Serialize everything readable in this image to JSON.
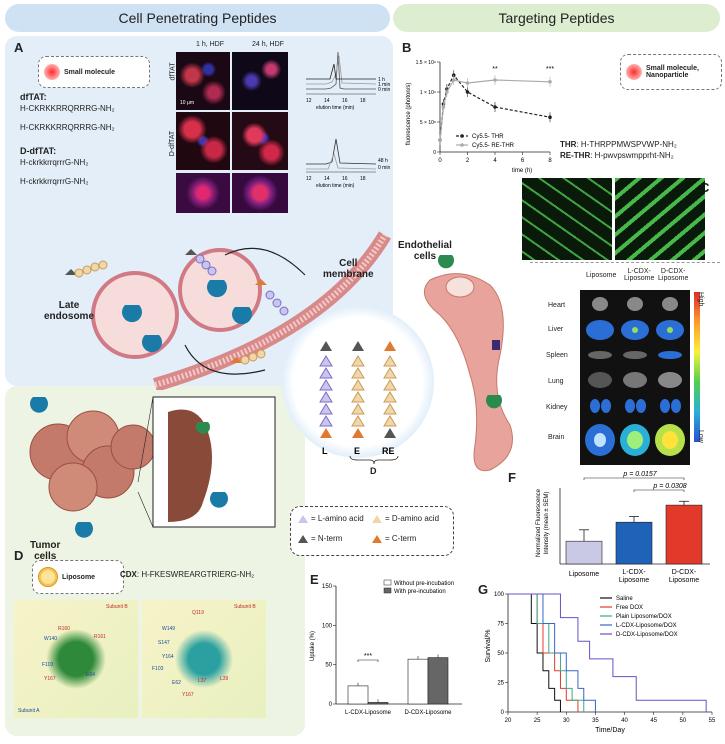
{
  "headers": {
    "cpp": "Cell Penetrating Peptides",
    "targeting": "Targeting Peptides"
  },
  "panelA": {
    "label": "A",
    "badge": "Small molecule",
    "dftat_name": "dfTAT:",
    "dftat_seq1": "H-CKRKKRRQRRRG-NH₂",
    "dftat_seq2": "H-CKRKKRRQRRRG-NH₂",
    "ddftat_name": "D-dfTAT:",
    "ddftat_seq1": "H-ckrkkrrqrrrG-NH₂",
    "ddftat_seq2": "H-ckrkkrrqrrrG-NH₂",
    "col1": "1 h, HDF",
    "col2": "24 h, HDF",
    "row1": "dfTAT",
    "row2": "D-dfTAT",
    "scale": "10 μm",
    "hplc1_labels": [
      "1 h",
      "0 min"
    ],
    "hplc1_extra": "1 min",
    "hplc2_labels": [
      "48 h",
      "0 min"
    ],
    "hplc_ticks": [
      "12",
      "14",
      "16",
      "18"
    ],
    "hplc_xlabel": "elution time (min)",
    "late_endosome": "Late\nendosome",
    "late1": "Late",
    "late2": "endosome",
    "cell_membrane1": "Cell",
    "cell_membrane2": "membrane"
  },
  "center": {
    "L": "L",
    "E": "E",
    "RE": "RE",
    "D": "D"
  },
  "legend": {
    "l_amino": "= L-amino acid",
    "d_amino": "= D-amino acid",
    "n_term": "= N-term",
    "c_term": "= C-term"
  },
  "tumor": {
    "label": "Tumor\ncells",
    "l1": "Tumor",
    "l2": "cells"
  },
  "panelB": {
    "label": "B",
    "badge": "Small molecule,\nNanoparticle",
    "badge1": "Small molecule,",
    "badge2": "Nanoparticle",
    "ylabel": "fluorescence (photon/s)",
    "xlabel": "time (h)",
    "yticks": [
      "0",
      "5 × 10⁸",
      "1 × 10⁹",
      "1.5 × 10⁹"
    ],
    "xticks": [
      "0",
      "2",
      "4",
      "6",
      "8"
    ],
    "legend1": "Cy5.5- THR",
    "legend2": "Cy5.5- RE-THR",
    "sig1": "**",
    "sig2": "***",
    "thr_name": "THR",
    "thr_seq": ": H-THRPPMWSPVWP-NH₂",
    "rethr_name": "RE-THR",
    "rethr_seq": ": H-pwvpswmpprht-NH₂"
  },
  "panelC": {
    "label": "C",
    "endothelial1": "Endothelial",
    "endothelial2": "cells",
    "columns": [
      "Liposome",
      "L-CDX-\nLiposome",
      "D-CDX-\nLiposome"
    ],
    "col1": "Liposome",
    "col2a": "L-CDX-",
    "col2b": "Liposome",
    "col3a": "D-CDX-",
    "col3b": "Liposome",
    "organs": [
      "Heart",
      "Liver",
      "Spleen",
      "Lung",
      "Kidney",
      "Brain"
    ],
    "high": "High",
    "low": "Low"
  },
  "panelD": {
    "label": "D",
    "badge": "Liposome",
    "cdx_name": "CDX",
    "cdx_seq": ": H-FKESWREARGTRIERG-NH₂",
    "left_residues": [
      "W140",
      "R160",
      "R161",
      "F103",
      "Y167",
      "E64"
    ],
    "right_residues": [
      "Q119",
      "W149",
      "S147",
      "Y164",
      "F103",
      "E62",
      "L37",
      "L39",
      "Y167"
    ],
    "subunit_a": "Subunit A",
    "subunit_b": "Subunit B"
  },
  "panelE": {
    "label": "E",
    "legend1": "Without pre-incubation",
    "legend2": "With pre-incubation",
    "ylabel": "Uptake (%)",
    "yticks": [
      "0",
      "50",
      "100",
      "150"
    ],
    "sig": "***"
  },
  "panelF": {
    "label": "F",
    "ylabel1": "Normalized Fluorescence",
    "ylabel2": "Intensity (mean ± SEM)",
    "p1": "p = 0.0157",
    "p2": "p = 0.0308",
    "cat1": "Liposome",
    "cat2a": "L-CDX-",
    "cat2b": "Liposome",
    "cat3a": "D-CDX-",
    "cat3b": "Liposome"
  },
  "panelG": {
    "label": "G",
    "ylabel": "Survival/%",
    "xlabel": "Time/Day",
    "xticks": [
      "20",
      "25",
      "30",
      "35",
      "40",
      "45",
      "50",
      "55"
    ],
    "yticks": [
      "0",
      "25",
      "50",
      "75",
      "100"
    ]
  },
  "chart_data": [
    {
      "type": "line",
      "id": "B",
      "xlabel": "time (h)",
      "ylabel": "fluorescence (photon/s)",
      "xlim": [
        0,
        8
      ],
      "ylim": [
        0,
        1500000000
      ],
      "series": [
        {
          "name": "Cy5.5- THR",
          "color": "#222222",
          "x": [
            0,
            0.25,
            0.5,
            1,
            2,
            4,
            8
          ],
          "y": [
            200000000,
            800000000,
            1050000000,
            1280000000,
            1000000000,
            750000000,
            580000000
          ]
        },
        {
          "name": "Cy5.5- RE-THR",
          "color": "#aaaaaa",
          "x": [
            0,
            0.25,
            0.5,
            1,
            2,
            4,
            8
          ],
          "y": [
            200000000,
            750000000,
            1000000000,
            1200000000,
            1150000000,
            1200000000,
            1170000000
          ]
        }
      ]
    },
    {
      "type": "bar",
      "id": "E",
      "ylabel": "Uptake (%)",
      "ylim": [
        0,
        150
      ],
      "categories": [
        "L-CDX-Liposome",
        "D-CDX-Liposome"
      ],
      "series": [
        {
          "name": "Without pre-incubation",
          "color": "#ffffff",
          "values": [
            23,
            57
          ]
        },
        {
          "name": "With pre-incubation",
          "color": "#666666",
          "values": [
            2,
            59
          ]
        }
      ]
    },
    {
      "type": "bar",
      "id": "F",
      "ylabel": "Normalized Fluorescence Intensity (mean ± SEM)",
      "ylim": [
        0,
        4
      ],
      "categories": [
        "Liposome",
        "L-CDX-Liposome",
        "D-CDX-Liposome"
      ],
      "values": [
        1.2,
        2.2,
        3.1
      ],
      "errors": [
        0.6,
        0.3,
        0.2
      ],
      "colors": [
        "#c9c9e6",
        "#1e63b8",
        "#e23a2a"
      ]
    },
    {
      "type": "line",
      "id": "G",
      "xlabel": "Time/Day",
      "ylabel": "Survival/%",
      "xlim": [
        20,
        55
      ],
      "ylim": [
        0,
        100
      ],
      "series": [
        {
          "name": "Saline",
          "color": "#111111",
          "x": [
            20,
            23,
            24,
            25,
            26,
            27,
            28,
            29
          ],
          "y": [
            100,
            100,
            75,
            50,
            35,
            20,
            10,
            0
          ]
        },
        {
          "name": "Free DOX",
          "color": "#e23a2a",
          "x": [
            20,
            24,
            25,
            26,
            28,
            29,
            30,
            32
          ],
          "y": [
            100,
            100,
            75,
            50,
            35,
            20,
            10,
            0
          ]
        },
        {
          "name": "Plain Liposome/DOX",
          "color": "#3aa98a",
          "x": [
            20,
            24,
            25,
            27,
            29,
            30,
            31,
            33
          ],
          "y": [
            100,
            100,
            75,
            50,
            35,
            20,
            10,
            0
          ]
        },
        {
          "name": "L-CDX-Liposome/DOX",
          "color": "#3a64c8",
          "x": [
            20,
            25,
            26,
            28,
            30,
            32,
            33,
            35
          ],
          "y": [
            100,
            100,
            75,
            50,
            35,
            20,
            10,
            0
          ]
        },
        {
          "name": "D-CDX-Liposome/DOX",
          "color": "#6b4fc8",
          "x": [
            20,
            26,
            29,
            32,
            34,
            38,
            42,
            54
          ],
          "y": [
            100,
            100,
            80,
            60,
            45,
            30,
            10,
            0
          ]
        }
      ]
    }
  ]
}
